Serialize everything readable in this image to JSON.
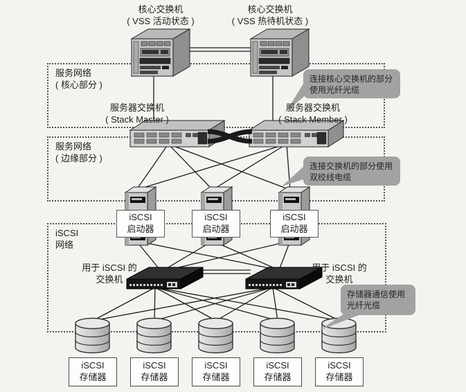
{
  "nodes": {
    "core_left": {
      "line1": "核心交换机",
      "line2": "( VSS 活动状态 )"
    },
    "core_right": {
      "line1": "核心交换机",
      "line2": "( VSS 热待机状态 )"
    },
    "server_switch_left": {
      "line1": "服务器交换机",
      "line2": "( Stack Master )"
    },
    "server_switch_right": {
      "line1": "服务器交换机",
      "line2": "( Stack Member )"
    },
    "initiators": [
      {
        "line1": "iSCSI",
        "line2": "启动器"
      },
      {
        "line1": "iSCSI",
        "line2": "启动器"
      },
      {
        "line1": "iSCSI",
        "line2": "启动器"
      }
    ],
    "iscsi_switch_left": {
      "line1": "用于 iSCSI 的",
      "line2": "交换机"
    },
    "iscsi_switch_right": {
      "line1": "用于 iSCSI 的",
      "line2": "交换机"
    },
    "storages": [
      {
        "line1": "iSCSI",
        "line2": "存储器"
      },
      {
        "line1": "iSCSI",
        "line2": "存储器"
      },
      {
        "line1": "iSCSI",
        "line2": "存储器"
      },
      {
        "line1": "iSCSI",
        "line2": "存储器"
      },
      {
        "line1": "iSCSI",
        "line2": "存储器"
      }
    ]
  },
  "zones": [
    {
      "line1": "服务网络",
      "line2": "( 核心部分 )"
    },
    {
      "line1": "服务网络",
      "line2": "( 边缘部分 )"
    },
    {
      "line1": "iSCSI",
      "line2": "网络"
    }
  ],
  "callouts": [
    {
      "line1": "连接核心交换机的部分",
      "line2": "使用光纤光缆"
    },
    {
      "line1": "连接交换机的部分使用",
      "line2": "双绞线电缆"
    },
    {
      "line1": "存储器通信使用",
      "line2": "光纤光缆"
    }
  ],
  "colors": {
    "paper": "#f4f3ef",
    "callout_bg": "#a2a2a2",
    "line": "#1c1c1c",
    "zone_border": "#4f4f4f",
    "box_border": "#4a4a4a"
  }
}
